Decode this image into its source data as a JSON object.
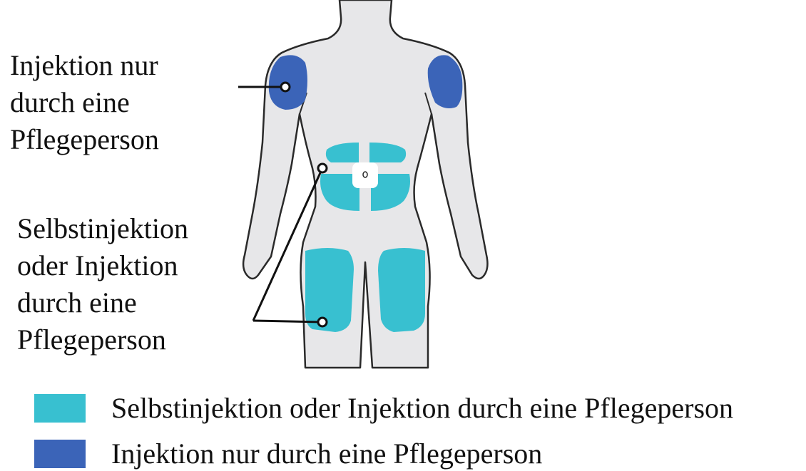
{
  "callouts": {
    "caregiver_only": [
      "Injektion nur",
      "durch eine",
      "Pflegeperson"
    ],
    "self_or_caregiver": [
      "Selbstinjektion",
      "oder Injektion",
      "durch eine",
      "Pflegeperson"
    ]
  },
  "legend": [
    {
      "label": "Selbstinjektion oder Injektion durch eine Pflegeperson",
      "color": "#38c0d0"
    },
    {
      "label": "Injektion nur durch eine Pflegeperson",
      "color": "#3b64b8"
    }
  ],
  "colors": {
    "body_fill": "#e7e7e9",
    "body_outline": "#2a2a2a",
    "self_zone": "#38c0d0",
    "caregiver_zone": "#3b64b8",
    "leader_line": "#111111"
  }
}
